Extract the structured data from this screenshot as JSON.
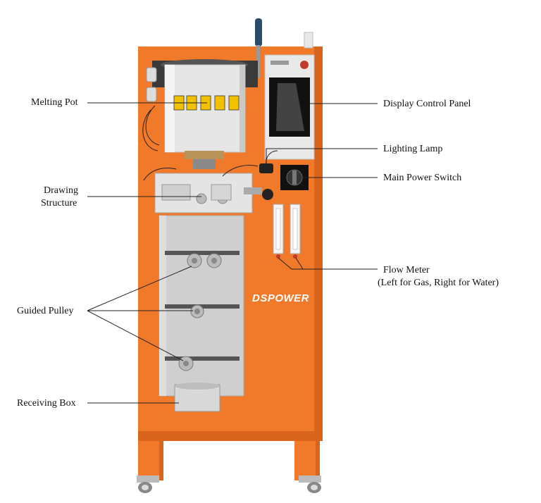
{
  "labels": {
    "melting_pot": "Melting Pot",
    "display_control_panel": "Display Control Panel",
    "lighting_lamp": "Lighting Lamp",
    "main_power_switch": "Main Power Switch",
    "drawing_structure_line1": "Drawing",
    "drawing_structure_line2": "Structure",
    "flow_meter_line1": "Flow Meter",
    "flow_meter_line2": "(Left for Gas, Right for Water)",
    "guided_pulley": "Guided Pulley",
    "receiving_box": "Receiving Box"
  },
  "machine": {
    "brand_logo": "DSPOWER"
  },
  "colors": {
    "cabinet": "#f07a2a",
    "cabinet_dark": "#d9651c",
    "steel": "#cfcfcf",
    "pot": "#e6e6e6"
  }
}
